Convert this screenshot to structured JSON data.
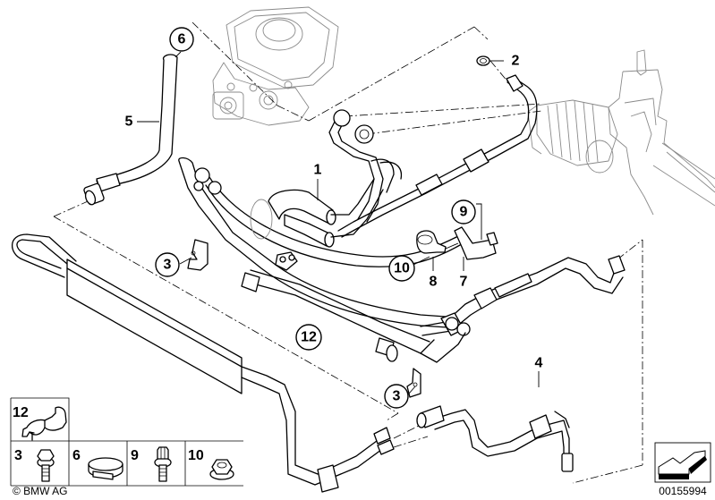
{
  "diagram": {
    "title": "Power steering oil pipes diagram",
    "callouts": [
      {
        "id": "6",
        "style": "circle"
      },
      {
        "id": "2",
        "style": "plain"
      },
      {
        "id": "5",
        "style": "plain"
      },
      {
        "id": "1",
        "style": "plain"
      },
      {
        "id": "9",
        "style": "circle"
      },
      {
        "id": "3",
        "style": "circle"
      },
      {
        "id": "10",
        "style": "circle"
      },
      {
        "id": "8",
        "style": "plain"
      },
      {
        "id": "7",
        "style": "plain"
      },
      {
        "id": "12",
        "style": "circle"
      },
      {
        "id": "4",
        "style": "plain"
      },
      {
        "id": "3",
        "style": "circle"
      }
    ],
    "legend": [
      {
        "id": "12",
        "part": "hose-clip"
      },
      {
        "id": "3",
        "part": "hex-collar-bolt"
      },
      {
        "id": "6",
        "part": "hose-clamp"
      },
      {
        "id": "9",
        "part": "torx-bolt"
      },
      {
        "id": "10",
        "part": "collar-nut"
      }
    ],
    "copyright": "© BMW AG",
    "diagram_number": "00155994",
    "nav_icon": "arrow-down-left-icon"
  }
}
